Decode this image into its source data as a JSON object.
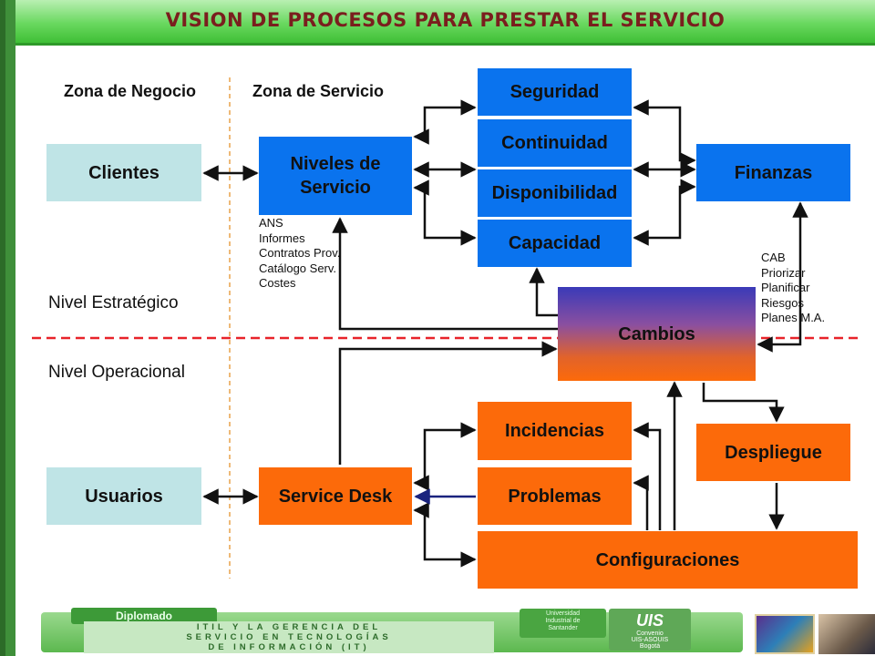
{
  "title": "VISION DE PROCESOS PARA PRESTAR EL SERVICIO",
  "zones": {
    "negocio": "Zona de Negocio",
    "servicio": "Zona de Servicio"
  },
  "levels": {
    "estrategico": "Nivel Estratégico",
    "operacional": "Nivel Operacional"
  },
  "boxes": {
    "clientes": "Clientes",
    "niveles": "Niveles de Servicio",
    "seguridad": "Seguridad",
    "continuidad": "Continuidad",
    "disponibilidad": "Disponibilidad",
    "capacidad": "Capacidad",
    "finanzas": "Finanzas",
    "cambios": "Cambios",
    "incidencias": "Incidencias",
    "despliegue": "Despliegue",
    "usuarios": "Usuarios",
    "service_desk": "Service Desk",
    "problemas": "Problemas",
    "configuraciones": "Configuraciones"
  },
  "notes": {
    "niveles": [
      "ANS",
      "Informes",
      "Contratos Prov.",
      "Catálogo Serv.",
      "Costes"
    ],
    "cambios": [
      "CAB",
      "Priorizar",
      "Planificar",
      "Riesgos",
      "Planes M.A."
    ]
  },
  "footer": {
    "diplomado": "Diplomado",
    "course_lines": [
      "ITIL Y LA GERENCIA DEL",
      "SERVICIO EN TECNOLOGÍAS",
      "DE INFORMACIÓN (IT)"
    ],
    "university_lines": [
      "Universidad",
      "Industrial de",
      "Santander"
    ],
    "uis_logo": "UIS",
    "convenio_lines": [
      "Convenio",
      "UIS-ASOUIS",
      "Bogotá"
    ]
  },
  "colors": {
    "process_blue": "#0a73ee",
    "zone_teal": "#bfe4e6",
    "process_orange": "#fc6a0a",
    "title_text": "#7a1e1e",
    "level_divider": "#e8232a",
    "zone_divider": "#e8a24a",
    "problemas_link": "#1a237e"
  }
}
